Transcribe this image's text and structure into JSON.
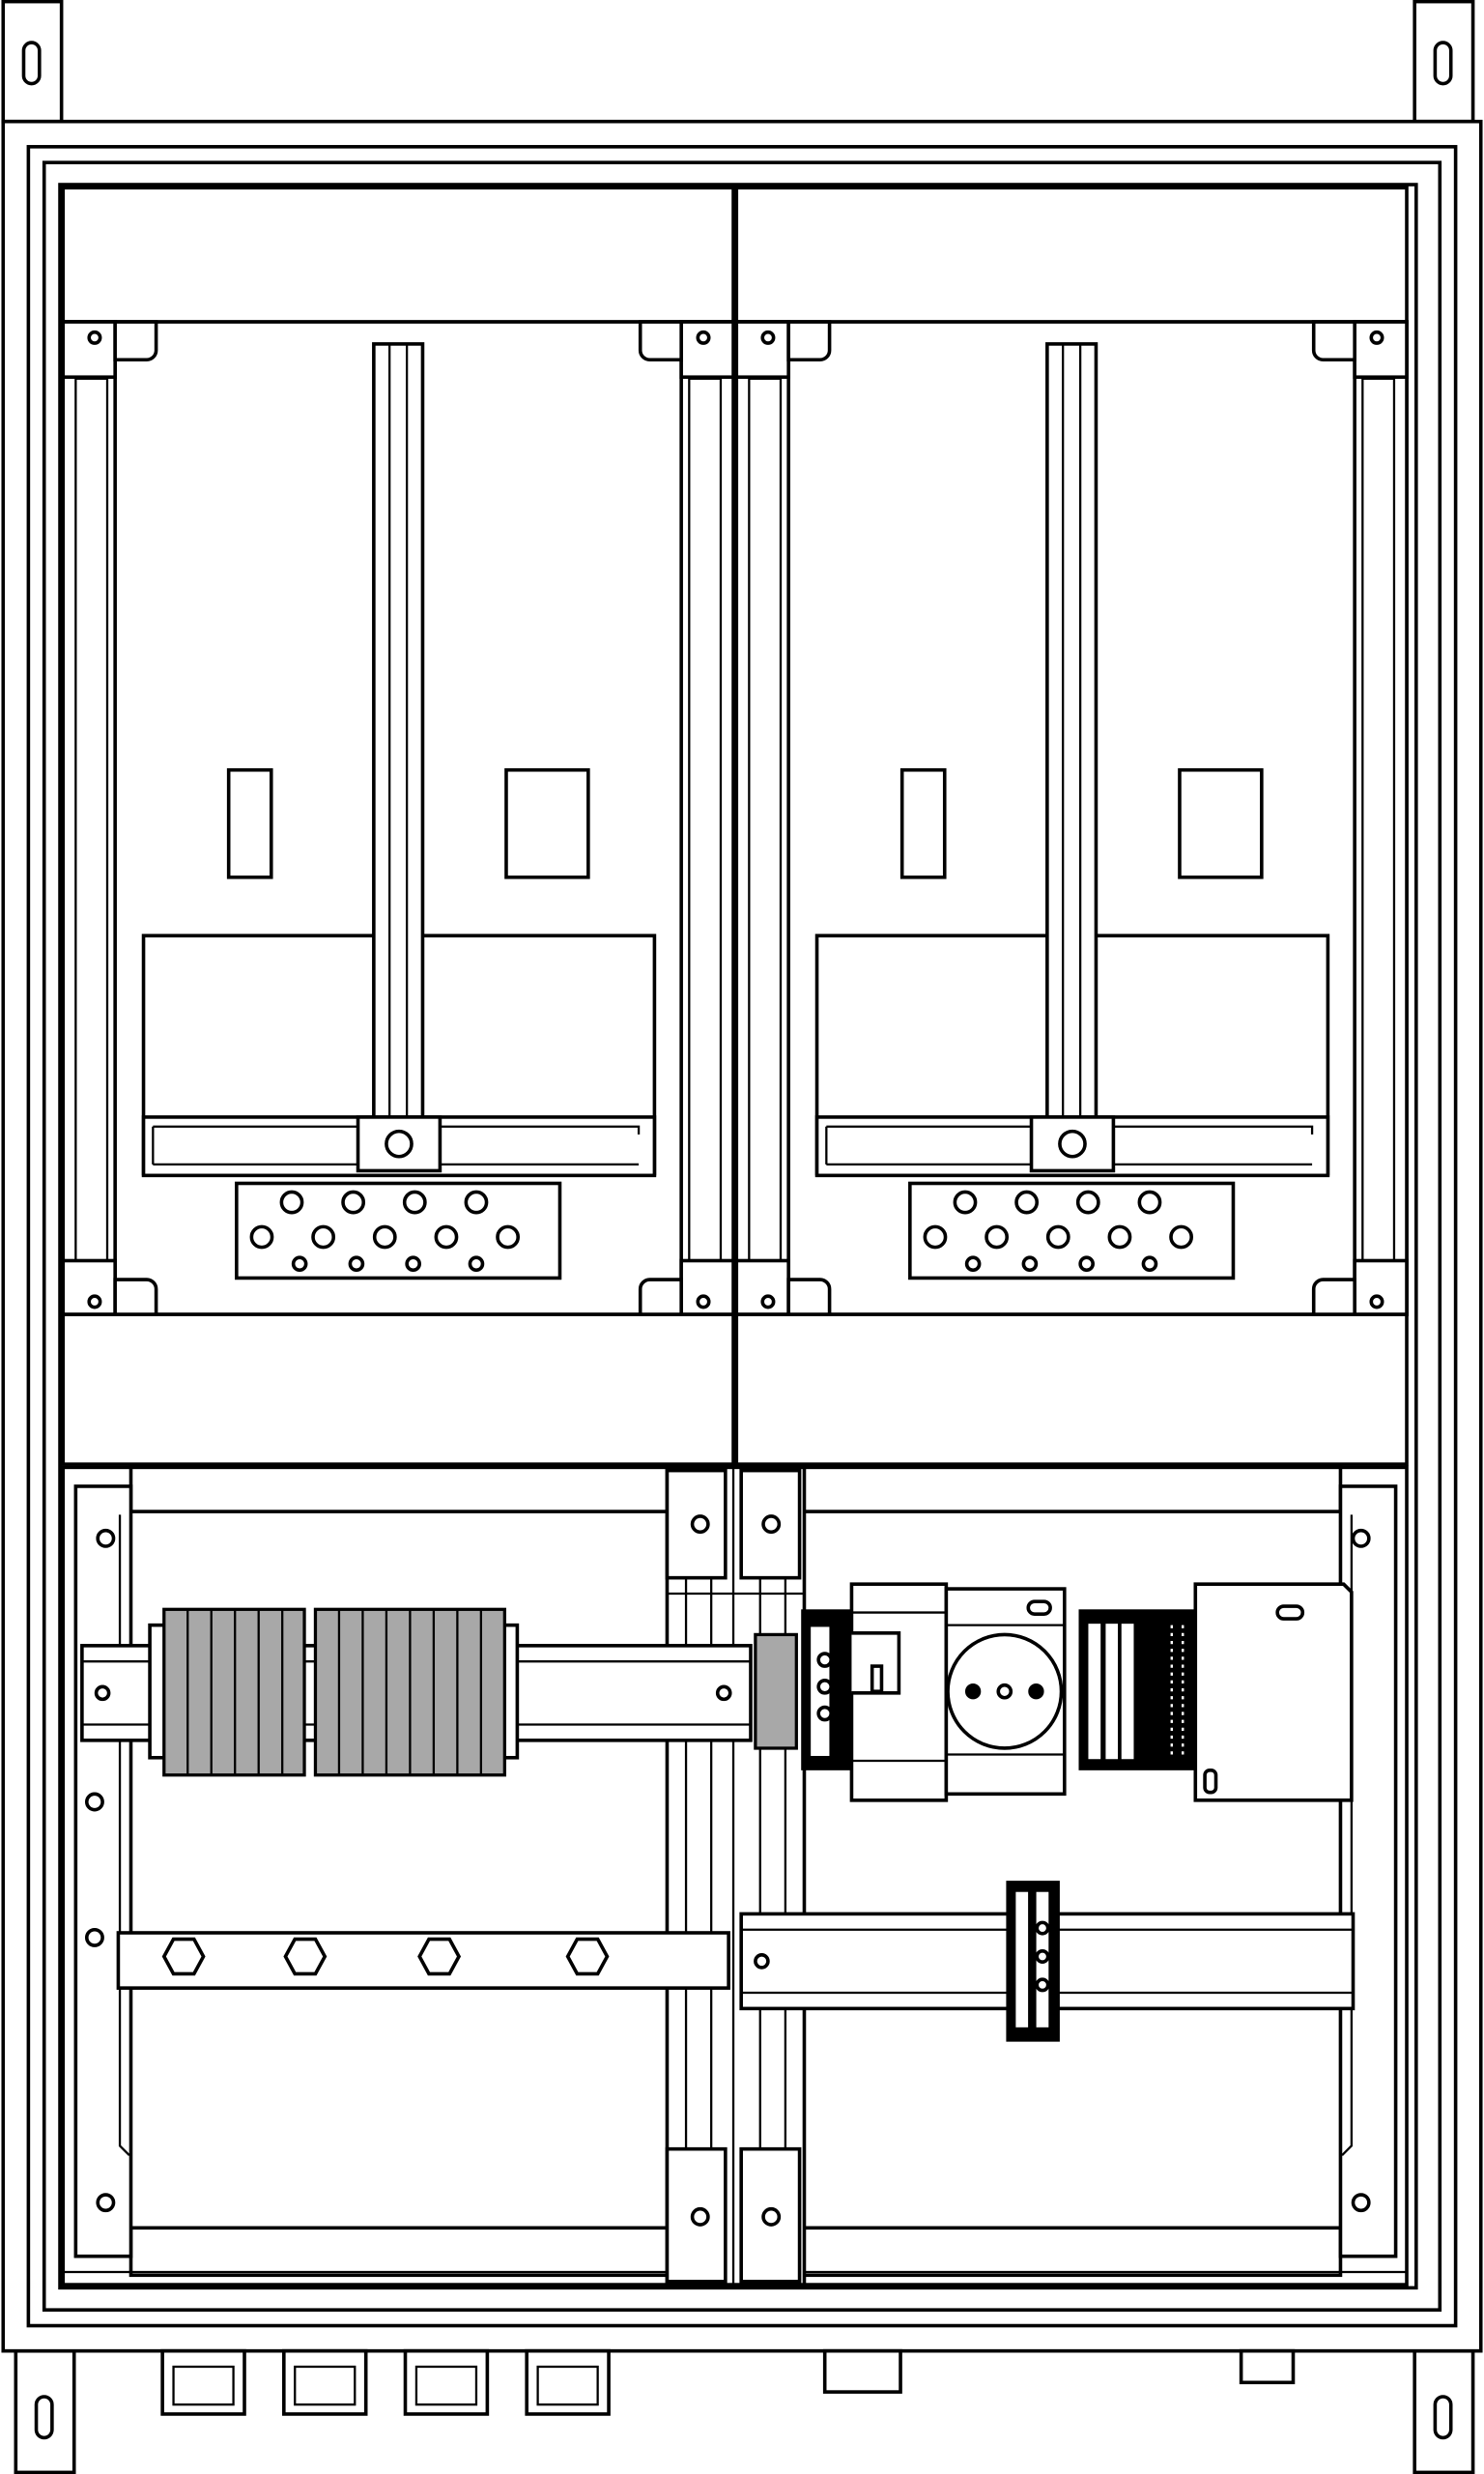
{
  "drawing": {
    "subject": "electrical-meter-cabinet",
    "colors": {
      "line": "#000000",
      "background": "#ffffff",
      "breaker_fill": "#a8a8a8"
    },
    "meter_panels": 2,
    "bus_bar_bolts": 4,
    "cable_glands": 4
  }
}
